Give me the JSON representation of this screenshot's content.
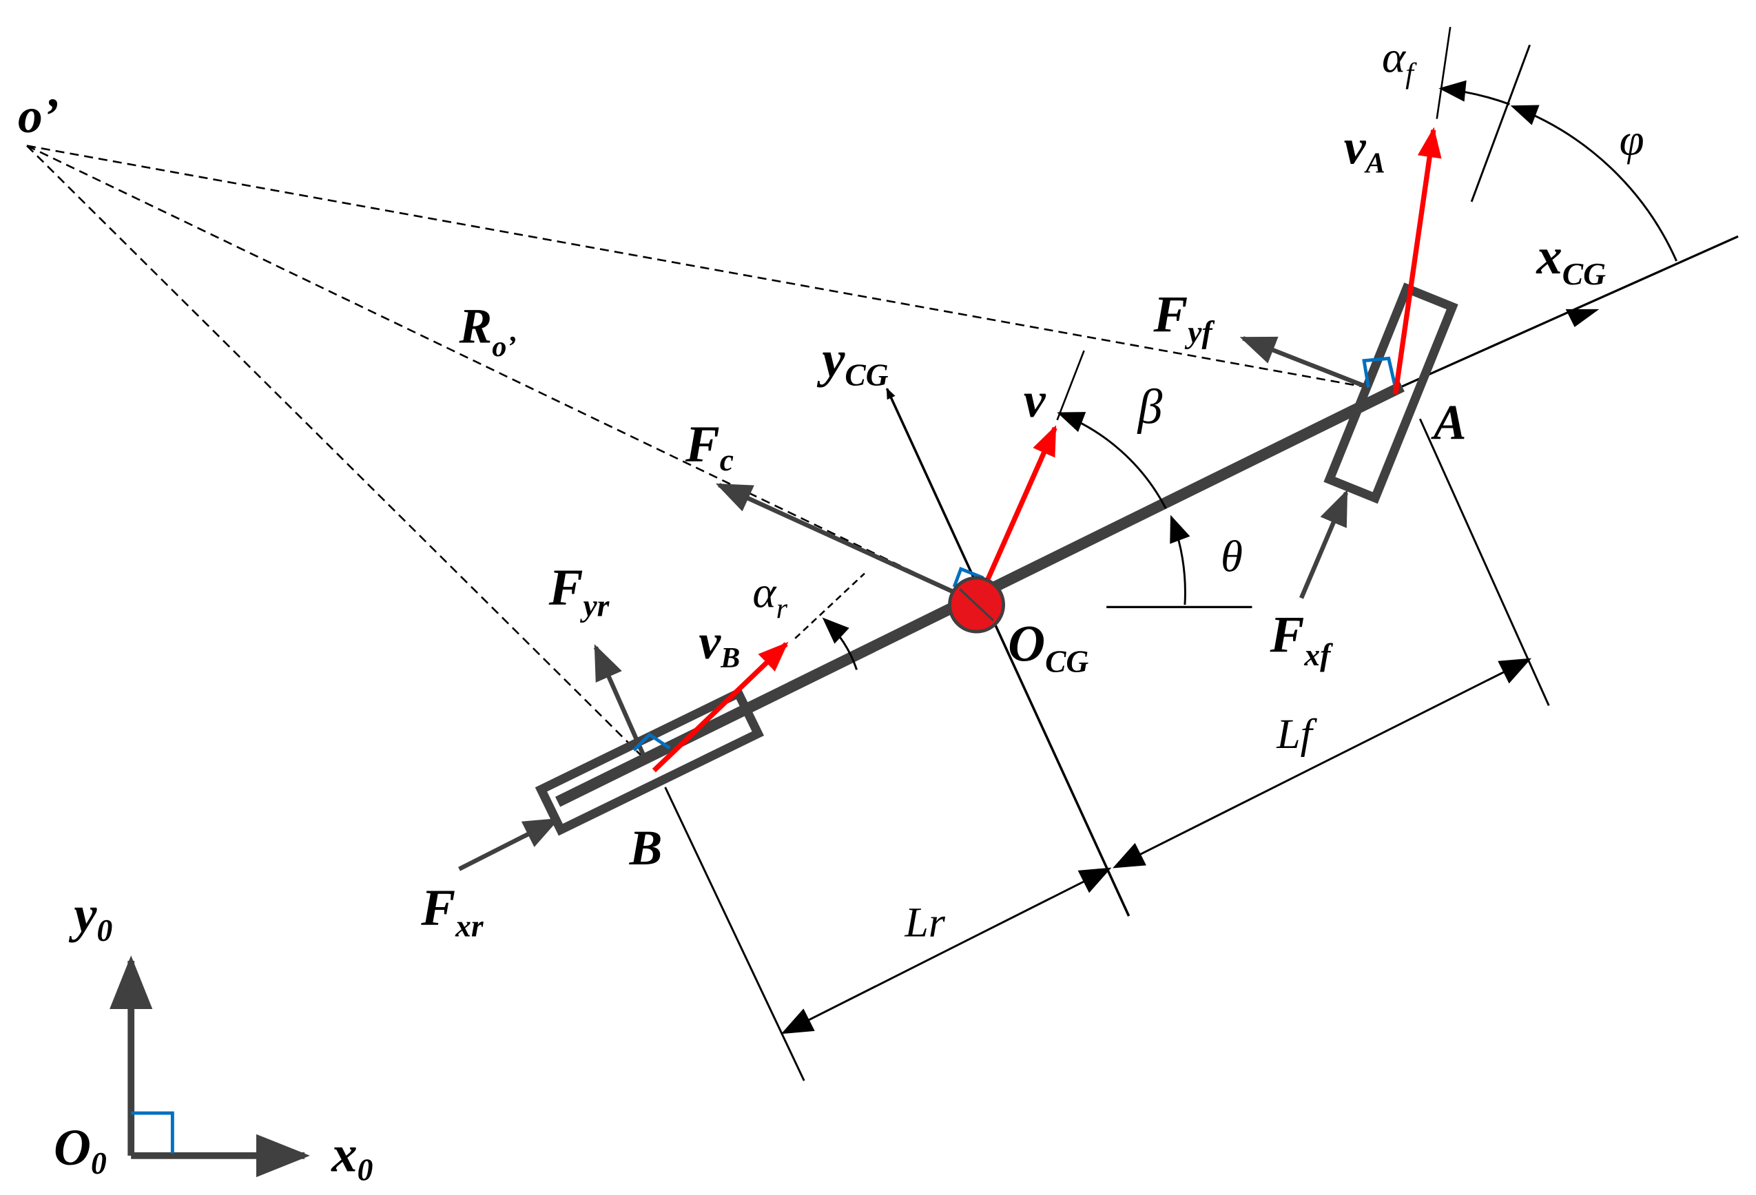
{
  "labels": {
    "o_prime": "o’",
    "R_main": "R",
    "R_sub": "o’",
    "alpha_f_main": "α",
    "alpha_f_sub": "f",
    "phi": "φ",
    "v_A_main": "v",
    "v_A_sub": "A",
    "x_CG_main": "x",
    "x_CG_sub": "CG",
    "F_yf_main": "F",
    "F_yf_sub": "yf",
    "y_CG_main": "y",
    "y_CG_sub": "CG",
    "v": "v",
    "beta": "β",
    "A": "A",
    "F_c_main": "F",
    "F_c_sub": "c",
    "theta": "θ",
    "F_yr_main": "F",
    "F_yr_sub": "yr",
    "alpha_r_main": "α",
    "alpha_r_sub": "r",
    "v_B_main": "v",
    "v_B_sub": "B",
    "O_CG_main": "O",
    "O_CG_sub": "CG",
    "F_xf_main": "F",
    "F_xf_sub": "xf",
    "Lf": "Lf",
    "B": "B",
    "F_xr_main": "F",
    "F_xr_sub": "xr",
    "Lr": "Lr",
    "y0_main": "y",
    "y0_sub": "0",
    "O0_main": "O",
    "O0_sub": "0",
    "x0_main": "x",
    "x0_sub": "0"
  },
  "colors": {
    "body": "#404040",
    "line": "#000000",
    "velocity": "#ff0000",
    "right_angle": "#0070c0",
    "cg_dot": "#e8141c"
  }
}
